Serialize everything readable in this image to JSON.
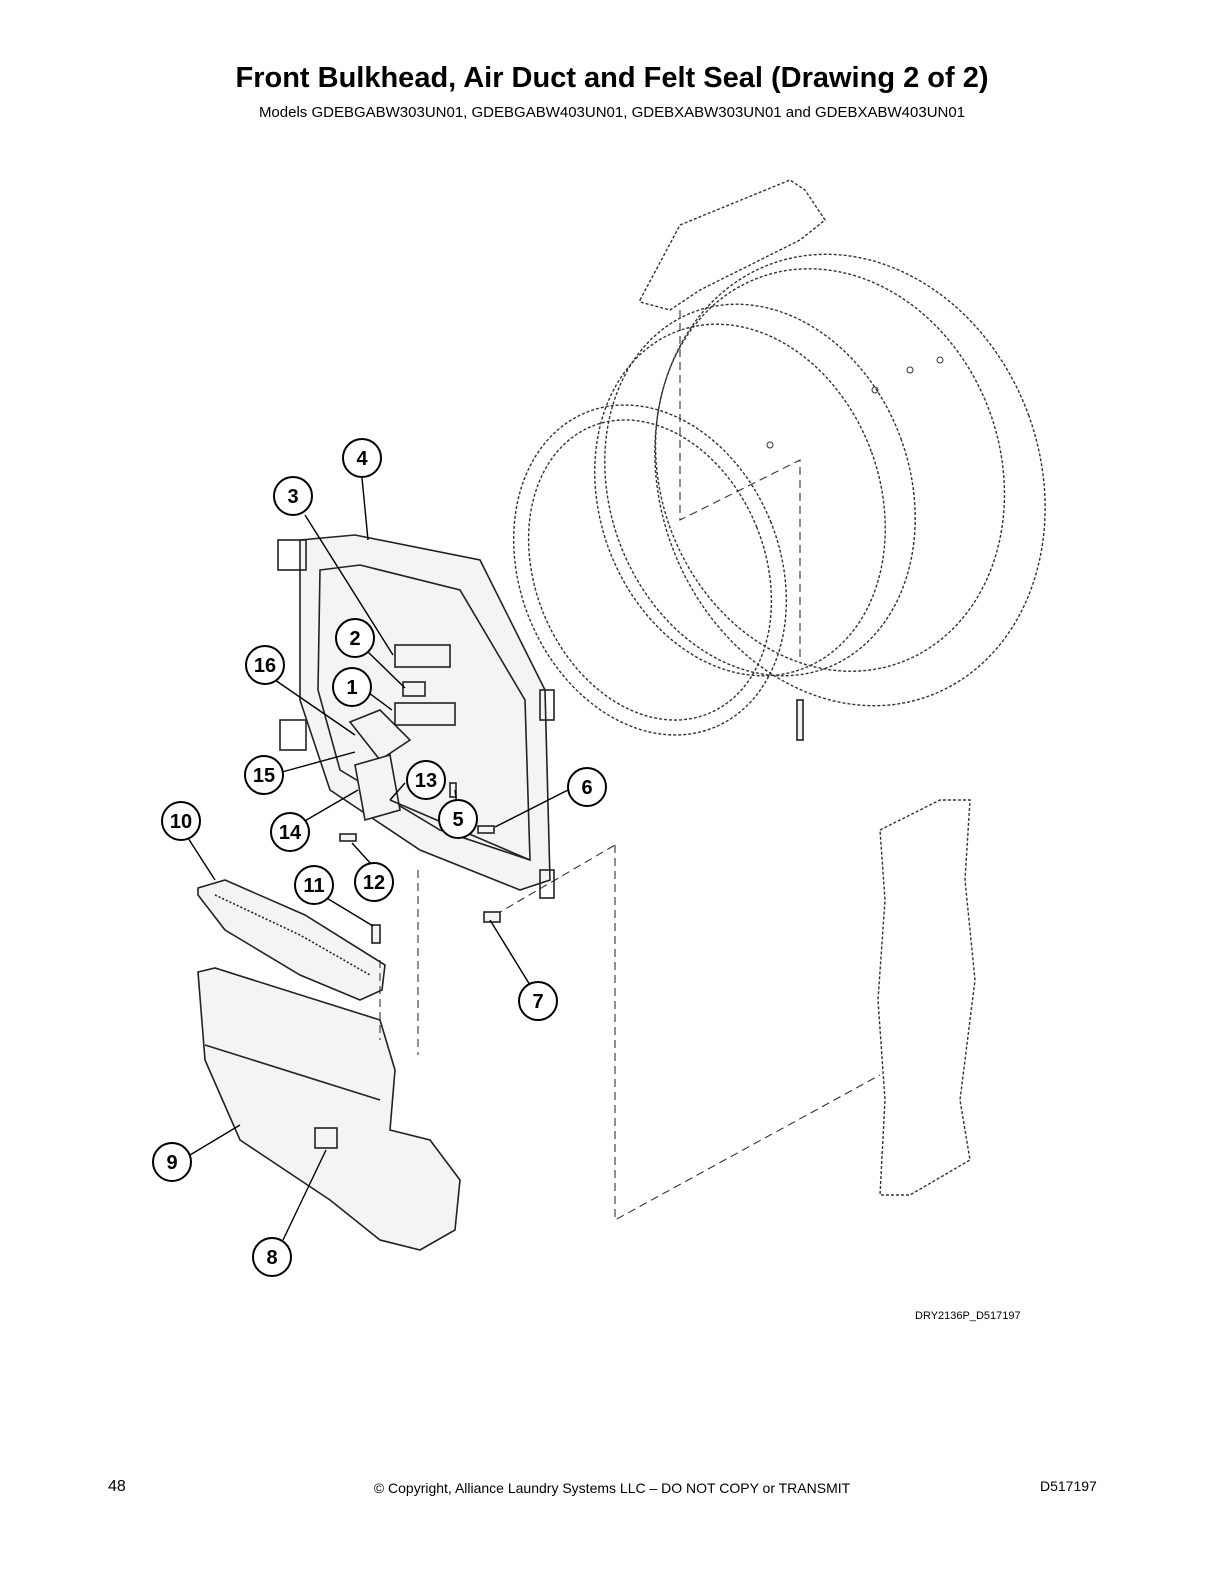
{
  "header": {
    "title": "Front Bulkhead, Air Duct and Felt Seal (Drawing 2 of 2)",
    "subtitle": "Models GDEBGABW303UN01, GDEBGABW403UN01, GDEBXABW303UN01 and GDEBXABW403UN01"
  },
  "diagram": {
    "drawing_code": "DRY2136P_D517197",
    "callouts": [
      "1",
      "2",
      "3",
      "4",
      "5",
      "6",
      "7",
      "8",
      "9",
      "10",
      "11",
      "12",
      "13",
      "14",
      "15",
      "16"
    ]
  },
  "footer": {
    "page_number": "48",
    "copyright": "© Copyright, Alliance Laundry Systems LLC – DO NOT COPY or TRANSMIT",
    "doc_number": "D517197"
  }
}
